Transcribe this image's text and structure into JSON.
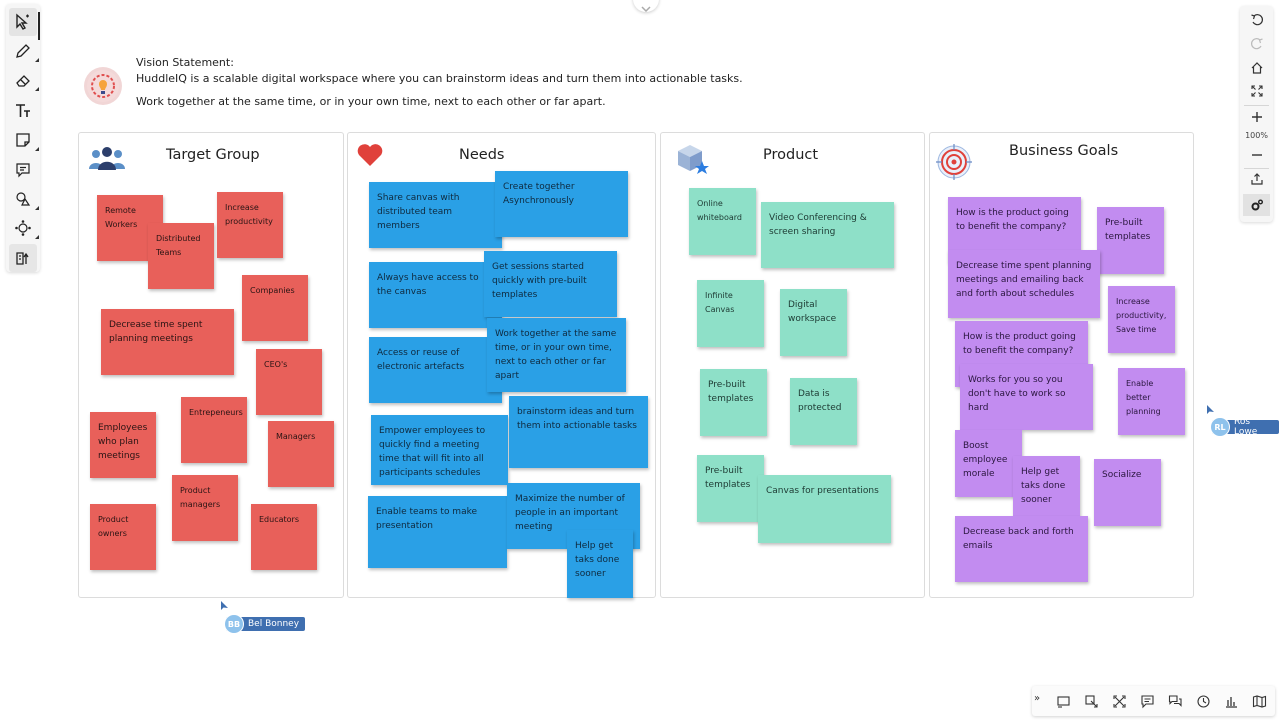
{
  "vision": {
    "title": "Vision Statement:",
    "line1": "HuddleIQ is a scalable digital workspace where you can brainstorm ideas and turn them into actionable tasks.",
    "line2": "Work together at the same time, or in your own time, next to each other or far apart."
  },
  "panels": {
    "target_group": {
      "title": "Target Group",
      "notes": [
        "Remote Workers",
        "Distributed Teams",
        "Increase productivity",
        "Companies",
        "Decrease time spent planning meetings",
        "CEO's",
        "Entrepeneurs",
        "Employees who plan meetings",
        "Managers",
        "Product managers",
        "Product owners",
        "Educators"
      ]
    },
    "needs": {
      "title": "Needs",
      "notes": [
        "Share canvas with distributed team members",
        "Create together Asynchronously",
        "Always have access to the canvas",
        "Get sessions started quickly with pre-built templates",
        "Access or reuse of electronic artefacts",
        "Work together at the same time, or in your own time, next to each other or far apart",
        "Empower employees to quickly find a meeting time that will fit into all participants schedules",
        "brainstorm ideas and turn them into actionable tasks",
        "Enable teams to make presentation",
        "Maximize the number of people in an important meeting",
        "Help get taks done sooner"
      ]
    },
    "product": {
      "title": "Product",
      "notes": [
        "Online whiteboard",
        "Video Conferencing & screen sharing",
        "Infinite Canvas",
        "Digital workspace",
        "Pre-built templates",
        "Data is protected",
        "Pre-built templates",
        "Canvas for presentations"
      ]
    },
    "business_goals": {
      "title": "Business Goals",
      "notes": [
        "How is the product going to benefit the company?",
        "Pre-built templates",
        "Decrease time spent planning meetings and emailing back and forth about schedules",
        "Increase productivity, Save time",
        "How is the product going to benefit the company?",
        "Works for you so you don't have to work so hard",
        "Enable better planning",
        "Boost employee morale",
        "Help get taks done sooner",
        "Socialize",
        "Decrease back and forth emails"
      ]
    }
  },
  "zoom": {
    "label": "100%"
  },
  "users": [
    {
      "initials": "BB",
      "name": "Bel Bonney"
    },
    {
      "initials": "RL",
      "name": "Ros Lowe"
    }
  ],
  "colors": {
    "red_note": "#e8605a",
    "blue_note": "#2aa0e6",
    "green_note": "#8ee0c8",
    "purple_note": "#c28cf0",
    "user_tag": "#3f6fb0"
  },
  "icons": {
    "left_toolbar": [
      "select-pointer-icon",
      "pen-icon",
      "eraser-icon",
      "text-icon",
      "sticky-note-icon",
      "comment-icon",
      "shapes-icon",
      "connector-icon",
      "templates-icon"
    ],
    "right_toolbar": [
      "undo-icon",
      "redo-icon",
      "home-icon",
      "fit-screen-icon",
      "zoom-in-icon",
      "zoom-out-icon",
      "export-icon",
      "settings-icon"
    ],
    "bottom_toolbar": [
      "expand-icon",
      "screen-share-icon",
      "presentation-icon",
      "fullscreen-icon",
      "comments-icon",
      "chat-icon",
      "history-icon",
      "stats-icon",
      "map-icon"
    ]
  }
}
